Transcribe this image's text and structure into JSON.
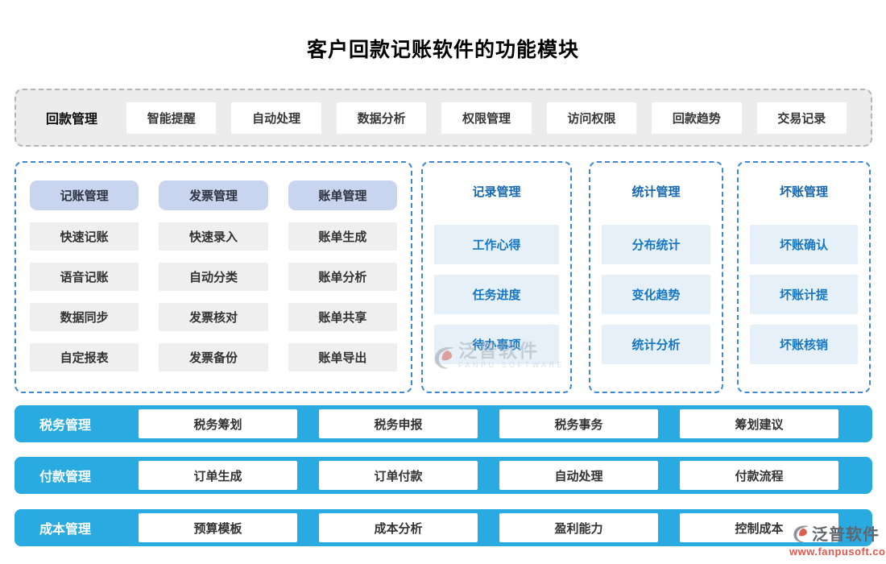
{
  "title": "客户回款记账软件的功能模块",
  "top_row": {
    "label": "回款管理",
    "items": [
      "智能提醒",
      "自动处理",
      "数据分析",
      "权限管理",
      "访问权限",
      "回款趋势",
      "交易记录"
    ]
  },
  "panel_accounting": {
    "columns": [
      {
        "header": "记账管理",
        "items": [
          "快速记账",
          "语音记账",
          "数据同步",
          "自定报表"
        ]
      },
      {
        "header": "发票管理",
        "items": [
          "快速录入",
          "自动分类",
          "发票核对",
          "发票备份"
        ]
      },
      {
        "header": "账单管理",
        "items": [
          "账单生成",
          "账单分析",
          "账单共享",
          "账单导出"
        ]
      }
    ]
  },
  "side_panels": [
    {
      "header": "记录管理",
      "items": [
        "工作心得",
        "任务进度",
        "待办事项"
      ]
    },
    {
      "header": "统计管理",
      "items": [
        "分布统计",
        "变化趋势",
        "统计分析"
      ]
    },
    {
      "header": "坏账管理",
      "items": [
        "坏账确认",
        "坏账计提",
        "坏账核销"
      ]
    }
  ],
  "bottom_bars": [
    {
      "label": "税务管理",
      "items": [
        "税务筹划",
        "税务申报",
        "税务事务",
        "筹划建议"
      ]
    },
    {
      "label": "付款管理",
      "items": [
        "订单生成",
        "订单付款",
        "自动处理",
        "付款流程"
      ]
    },
    {
      "label": "成本管理",
      "items": [
        "预算模板",
        "成本分析",
        "盈利能力",
        "控制成本"
      ]
    }
  ],
  "watermark": {
    "brand": "泛普软件",
    "subtext": "FANPU SOFTWARE",
    "url": "www.fanpusoft.com"
  },
  "colors": {
    "bar_blue": "#29abe2",
    "panel_border_blue": "#3f87d6",
    "top_row_bg": "#ececec",
    "top_row_border": "#b5b5b5",
    "header_lavender_bg": "#c9d5ee",
    "gray_item_bg": "#efefef",
    "blue_item_bg": "#e6f0f8",
    "blue_text": "#1677c4",
    "watermark_url_red": "#e0584a"
  }
}
